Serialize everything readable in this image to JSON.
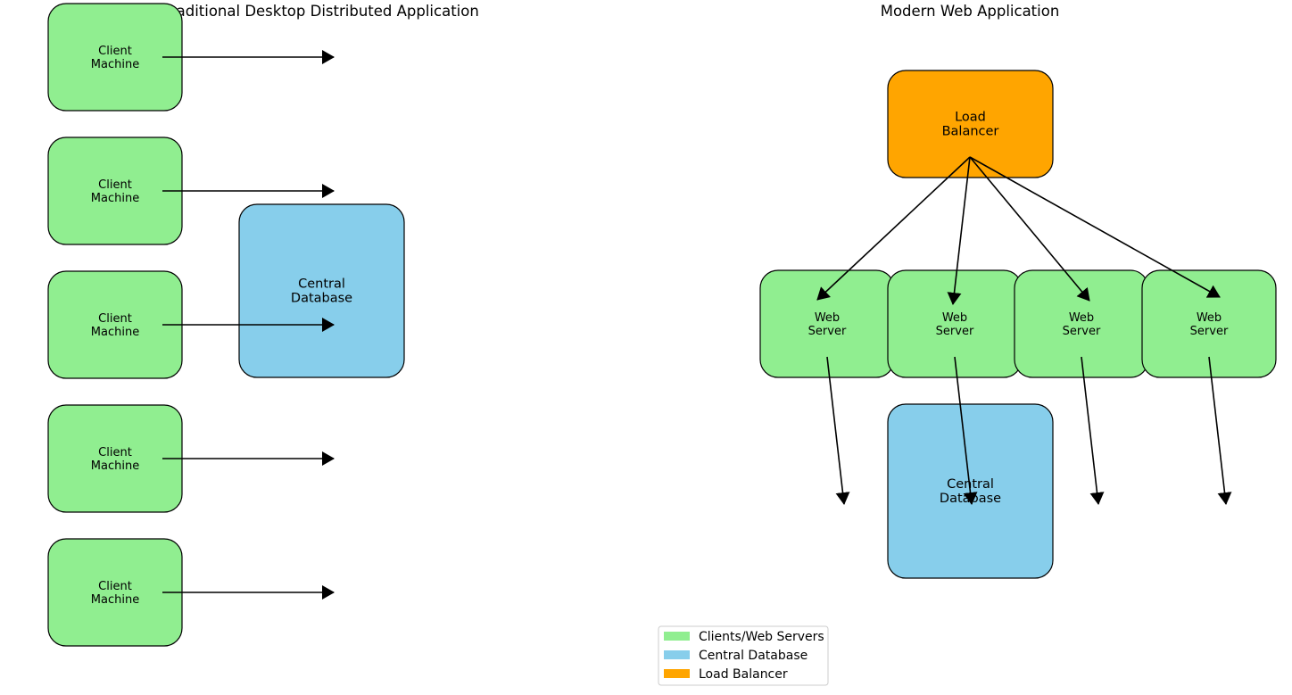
{
  "colors": {
    "client": "#90EE90",
    "database": "#87CEEB",
    "load_balancer": "#FFA500",
    "stroke": "#000000"
  },
  "left_panel": {
    "title": "Traditional Desktop Distributed Application",
    "clients": [
      {
        "label": [
          "Client",
          "Machine"
        ]
      },
      {
        "label": [
          "Client",
          "Machine"
        ]
      },
      {
        "label": [
          "Client",
          "Machine"
        ]
      },
      {
        "label": [
          "Client",
          "Machine"
        ]
      },
      {
        "label": [
          "Client",
          "Machine"
        ]
      }
    ],
    "database": {
      "label": [
        "Central",
        "Database"
      ]
    }
  },
  "right_panel": {
    "title": "Modern Web Application",
    "load_balancer": {
      "label": [
        "Load",
        "Balancer"
      ]
    },
    "web_servers": [
      {
        "label": [
          "Web",
          "Server"
        ]
      },
      {
        "label": [
          "Web",
          "Server"
        ]
      },
      {
        "label": [
          "Web",
          "Server"
        ]
      },
      {
        "label": [
          "Web",
          "Server"
        ]
      }
    ],
    "database": {
      "label": [
        "Central",
        "Database"
      ]
    }
  },
  "legend": [
    {
      "label": "Clients/Web Servers",
      "color": "#90EE90"
    },
    {
      "label": "Central Database",
      "color": "#87CEEB"
    },
    {
      "label": "Load Balancer",
      "color": "#FFA500"
    }
  ]
}
